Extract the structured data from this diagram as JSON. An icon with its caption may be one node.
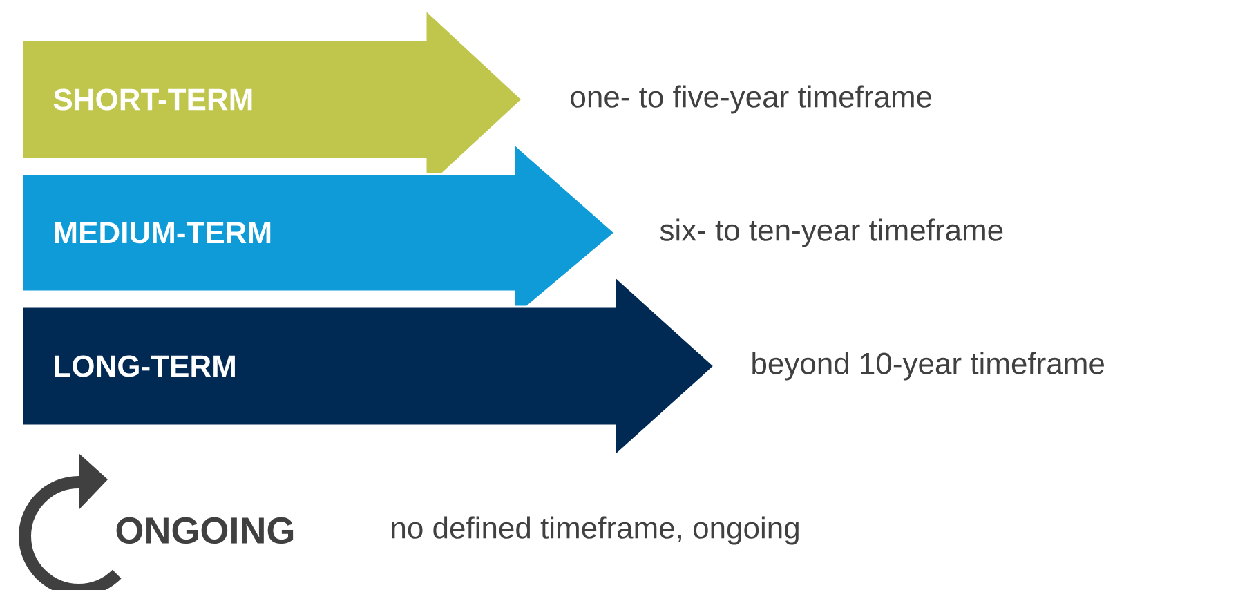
{
  "diagram": {
    "nodes": [
      {
        "text": [
          "SHORT-TERM"
        ],
        "beside": [
          "one- to five-year timeframe"
        ]
      },
      {
        "text": [
          "MEDIUM-TERM"
        ],
        "beside": [
          "six- to ten-year timeframe"
        ]
      },
      {
        "text": [
          "LONG-TERM"
        ],
        "beside": [
          "beyond 10-year timeframe"
        ]
      }
    ],
    "labels": [
      "ONGOING",
      "no defined timeframe, ongoing"
    ]
  }
}
